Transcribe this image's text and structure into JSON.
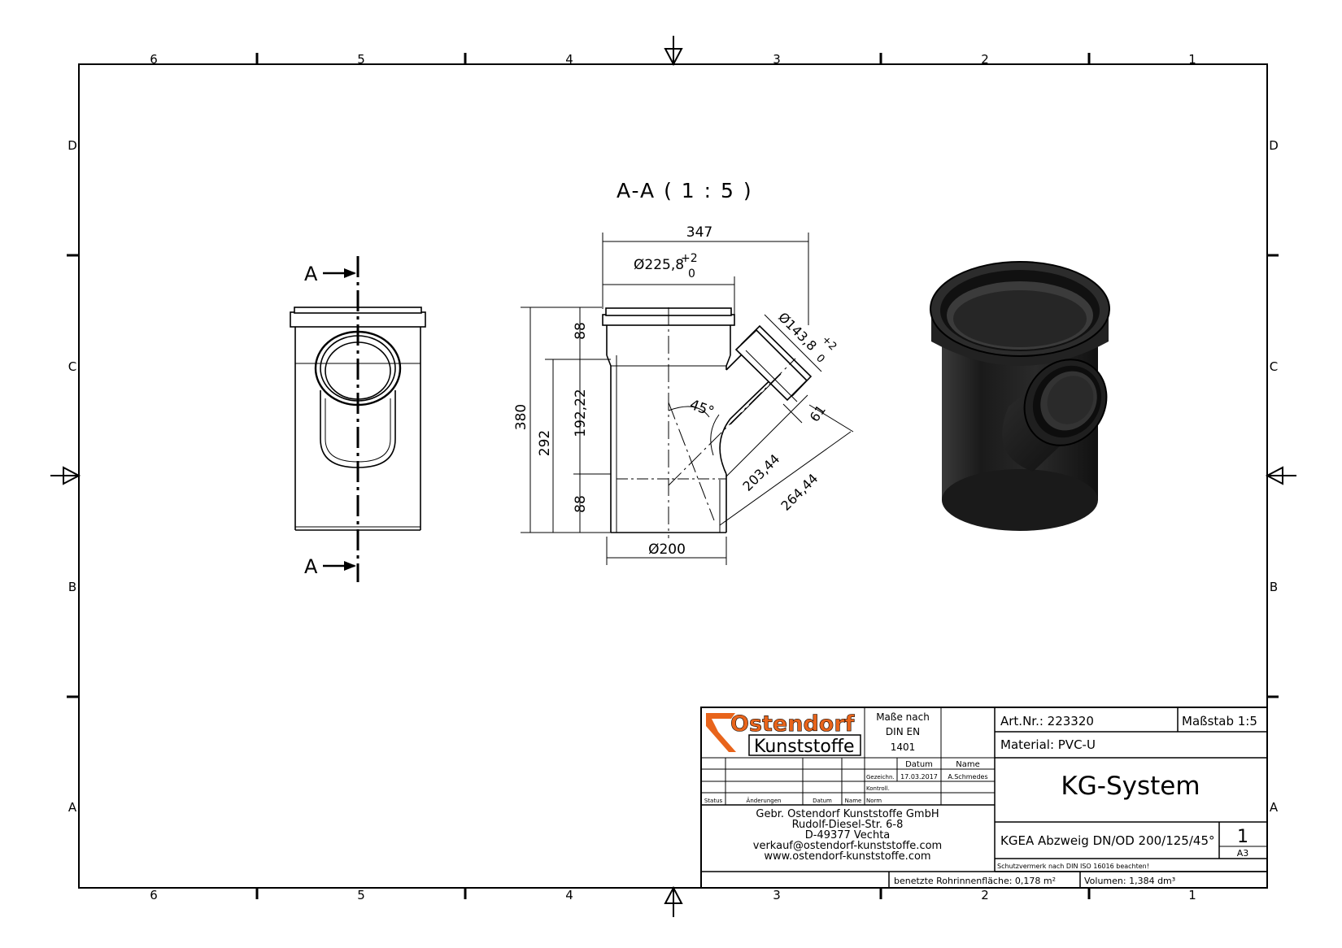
{
  "frame": {
    "columns_top": [
      "6",
      "5",
      "4",
      "3",
      "2",
      "1"
    ],
    "columns_bottom": [
      "6",
      "5",
      "4",
      "3",
      "2",
      "1"
    ],
    "rows_left": [
      "D",
      "C",
      "B",
      "A"
    ],
    "rows_right": [
      "D",
      "C",
      "B",
      "A"
    ]
  },
  "views": {
    "section_title": "A-A ( 1 : 5 )",
    "section_marker_top": "A",
    "section_marker_bottom": "A"
  },
  "dimensions": {
    "overall_width": "347",
    "socket_diameter": "Ø225,8",
    "socket_tol_upper": "+2",
    "socket_tol_lower": "0",
    "branch_diameter": "Ø143,8",
    "branch_tol_upper": "+2",
    "branch_tol_lower": "0",
    "angle": "45°",
    "branch_len_a": "61",
    "branch_len_b": "203,44",
    "branch_len_c": "264,44",
    "height_total": "380",
    "height_inner": "292",
    "socket_depth_top": "88",
    "socket_depth_bottom": "88",
    "branch_height": "192,22",
    "pipe_diameter": "Ø200"
  },
  "title_block": {
    "logo_line1": "Ostendorf",
    "logo_line2": "Kunststoffe",
    "logo_color": "#e8641b",
    "standard_l1": "Maße nach",
    "standard_l2": "DIN EN",
    "standard_l3": "1401",
    "col_datum": "Datum",
    "col_name": "Name",
    "row_gezeichn": "Gezeichn.",
    "gez_date": "17.03.2017",
    "gez_name": "A.Schmedes",
    "row_kontroll": "Kontroll.",
    "row_norm": "Norm",
    "hdr_status": "Status",
    "hdr_aenderungen": "Änderungen",
    "hdr_datum": "Datum",
    "hdr_name": "Name",
    "company_l1": "Gebr. Ostendorf Kunststoffe GmbH",
    "company_l2": "Rudolf-Diesel-Str. 6-8",
    "company_l3": "D-49377 Vechta",
    "company_l4": "verkauf@ostendorf-kunststoffe.com",
    "company_l5": "www.ostendorf-kunststoffe.com",
    "art_nr": "Art.Nr.: 223320",
    "scale": "Maßstab 1:5",
    "material": "Material: PVC-U",
    "system": "KG-System",
    "description": "KGEA Abzweig DN/OD 200/125/45°",
    "sheet_no": "1",
    "sheet_format": "A3",
    "protection": "Schutzvermerk nach DIN ISO 16016 beachten!",
    "surface": "benetzte Rohrinnenfläche: 0,178 m²",
    "volume": "Volumen: 1,384 dm³"
  }
}
